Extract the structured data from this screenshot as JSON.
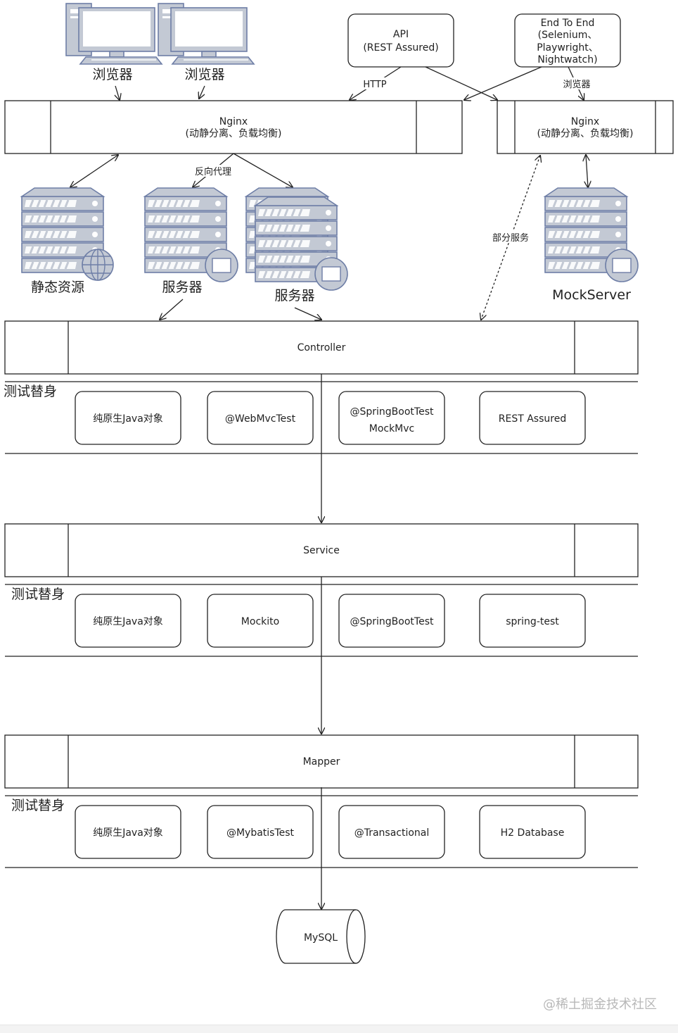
{
  "top": {
    "browser1": "浏览器",
    "browser2": "浏览器",
    "api_box": [
      "API",
      "(REST Assured)"
    ],
    "e2e_box": [
      "End To End",
      "(Selenium、",
      "Playwright、",
      "Nightwatch)"
    ],
    "http_label": "HTTP",
    "browser_edge_label": "浏览器"
  },
  "nginx_main": [
    "Nginx",
    "(动静分离、负载均衡)"
  ],
  "nginx_mock": [
    "Nginx",
    "(动静分离、负载均衡)"
  ],
  "middle": {
    "static_label": "静态资源",
    "reverse_proxy_label": "反向代理",
    "server1_label": "服务器",
    "server2_label": "服务器",
    "partial_service_label": "部分服务",
    "mockserver_label": "MockServer"
  },
  "layers": [
    {
      "name": "Controller",
      "doubles_label": "测试替身",
      "doubles": [
        [
          "纯原生Java对象"
        ],
        [
          "@WebMvcTest"
        ],
        [
          "@SpringBootTest",
          "MockMvc"
        ],
        [
          "REST Assured"
        ]
      ]
    },
    {
      "name": "Service",
      "doubles_label": "测试替身",
      "doubles": [
        [
          "纯原生Java对象"
        ],
        [
          "Mockito"
        ],
        [
          "@SpringBootTest"
        ],
        [
          "spring-test"
        ]
      ]
    },
    {
      "name": "Mapper",
      "doubles_label": "测试替身",
      "doubles": [
        [
          "纯原生Java对象"
        ],
        [
          "@MybatisTest"
        ],
        [
          "@Transactional"
        ],
        [
          "H2 Database"
        ]
      ]
    }
  ],
  "database": "MySQL",
  "watermark": "@稀土掘金技术社区",
  "colors": {
    "icon_fill": "#c3c9d4",
    "icon_stroke": "#6e7ea6",
    "line": "#222222"
  }
}
